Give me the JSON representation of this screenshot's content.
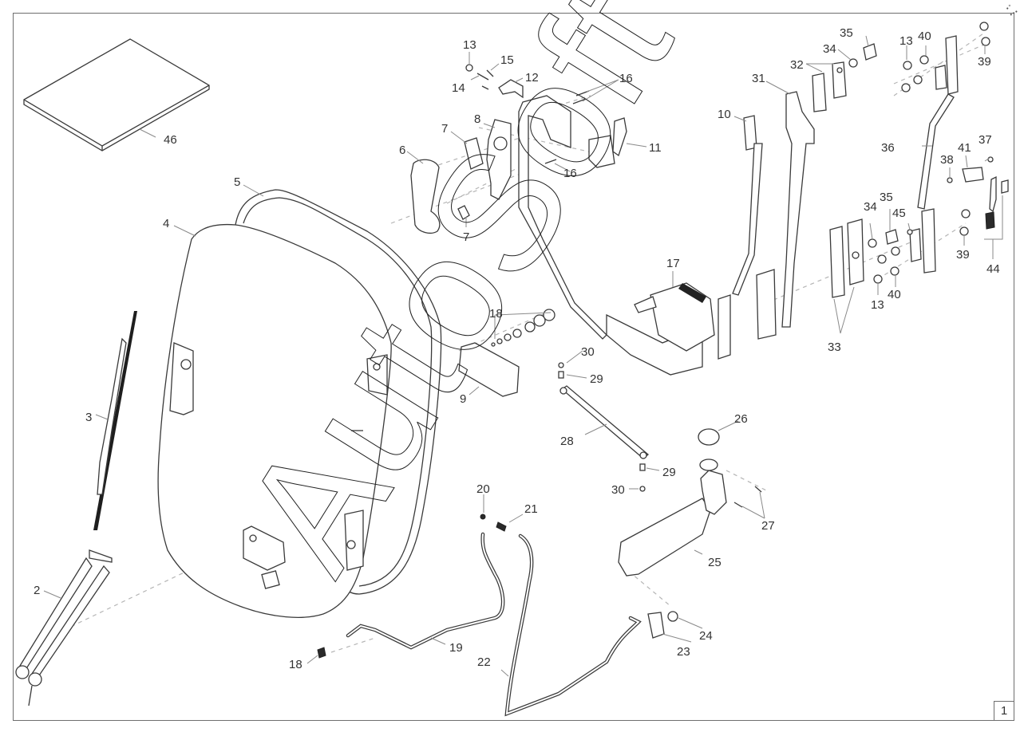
{
  "diagram": {
    "title": "Windshield wiper and washer assembly - exploded parts view",
    "sheet_number": "1",
    "watermark": "AutoSoft",
    "corner_mark": "•° •••",
    "colors": {
      "line": "#3a3a3a",
      "leader": "#8a8a8a",
      "frame": "#6e6e6e",
      "background": "#ffffff"
    },
    "callouts": [
      {
        "id": "c46",
        "label": "46"
      },
      {
        "id": "c5",
        "label": "5"
      },
      {
        "id": "c4",
        "label": "4"
      },
      {
        "id": "c3",
        "label": "3"
      },
      {
        "id": "c2",
        "label": "2"
      },
      {
        "id": "c6",
        "label": "6"
      },
      {
        "id": "c7a",
        "label": "7"
      },
      {
        "id": "c7b",
        "label": "7"
      },
      {
        "id": "c8",
        "label": "8"
      },
      {
        "id": "c9",
        "label": "9"
      },
      {
        "id": "c10",
        "label": "10"
      },
      {
        "id": "c11",
        "label": "11"
      },
      {
        "id": "c12",
        "label": "12"
      },
      {
        "id": "c13a",
        "label": "13"
      },
      {
        "id": "c13b",
        "label": "13"
      },
      {
        "id": "c13c",
        "label": "13"
      },
      {
        "id": "c14",
        "label": "14"
      },
      {
        "id": "c15",
        "label": "15"
      },
      {
        "id": "c16a",
        "label": "16"
      },
      {
        "id": "c16b",
        "label": "16"
      },
      {
        "id": "c17",
        "label": "17"
      },
      {
        "id": "c18a",
        "label": "18"
      },
      {
        "id": "c18b",
        "label": "18"
      },
      {
        "id": "c19",
        "label": "19"
      },
      {
        "id": "c20",
        "label": "20"
      },
      {
        "id": "c21",
        "label": "21"
      },
      {
        "id": "c22",
        "label": "22"
      },
      {
        "id": "c23",
        "label": "23"
      },
      {
        "id": "c24",
        "label": "24"
      },
      {
        "id": "c25",
        "label": "25"
      },
      {
        "id": "c26",
        "label": "26"
      },
      {
        "id": "c27",
        "label": "27"
      },
      {
        "id": "c28",
        "label": "28"
      },
      {
        "id": "c29a",
        "label": "29"
      },
      {
        "id": "c29b",
        "label": "29"
      },
      {
        "id": "c30a",
        "label": "30"
      },
      {
        "id": "c30b",
        "label": "30"
      },
      {
        "id": "c31",
        "label": "31"
      },
      {
        "id": "c32",
        "label": "32"
      },
      {
        "id": "c33",
        "label": "33"
      },
      {
        "id": "c34a",
        "label": "34"
      },
      {
        "id": "c34b",
        "label": "34"
      },
      {
        "id": "c35a",
        "label": "35"
      },
      {
        "id": "c35b",
        "label": "35"
      },
      {
        "id": "c36",
        "label": "36"
      },
      {
        "id": "c37",
        "label": "37"
      },
      {
        "id": "c38",
        "label": "38"
      },
      {
        "id": "c39a",
        "label": "39"
      },
      {
        "id": "c39b",
        "label": "39"
      },
      {
        "id": "c40a",
        "label": "40"
      },
      {
        "id": "c40b",
        "label": "40"
      },
      {
        "id": "c41",
        "label": "41"
      },
      {
        "id": "c44",
        "label": "44"
      },
      {
        "id": "c45",
        "label": "45"
      }
    ]
  }
}
